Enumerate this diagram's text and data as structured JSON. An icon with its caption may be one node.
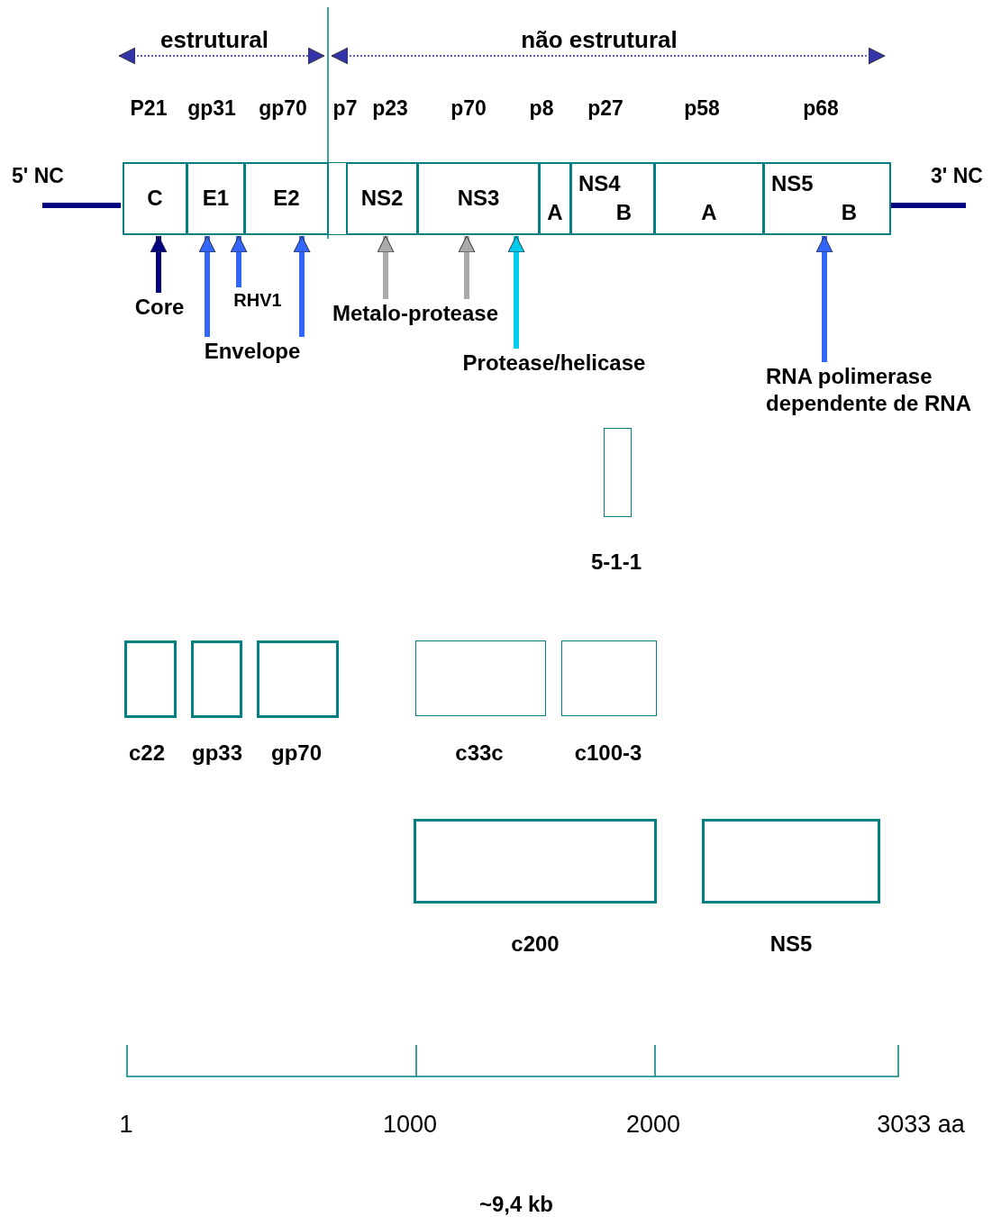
{
  "diagram": {
    "nodes": [
      {
        "text": [
          "C"
        ]
      },
      {
        "text": [
          "E1"
        ]
      },
      {
        "text": [
          "E2"
        ]
      },
      {
        "text": [],
        "shape": "box"
      },
      {
        "text": [
          "NS2"
        ]
      },
      {
        "text": [
          "NS3"
        ]
      },
      {
        "text": [
          "A"
        ]
      },
      {
        "text": [
          "NS4",
          "B"
        ]
      },
      {
        "text": [
          "A"
        ]
      },
      {
        "text": [
          "NS5",
          "B"
        ]
      },
      {
        "text": [
          "Core"
        ]
      },
      {
        "text": [
          "RHV1"
        ]
      },
      {
        "text": [
          "Envelope"
        ]
      },
      {
        "text": [
          "Metalo-protease"
        ]
      },
      {
        "text": [
          "Protease/helicase"
        ]
      },
      {
        "text": [
          "RNA polimerase dependente de RNA"
        ]
      },
      {
        "text": [
          "5-1-1"
        ]
      },
      {
        "text": [
          "c22"
        ]
      },
      {
        "text": [
          "gp33"
        ]
      },
      {
        "text": [
          "gp70"
        ]
      },
      {
        "text": [
          "c33c"
        ]
      },
      {
        "text": [
          "c100-3"
        ]
      },
      {
        "text": [
          "c200"
        ]
      },
      {
        "text": [
          "NS5"
        ]
      }
    ],
    "edges": [
      {
        "from": 10,
        "to": 0,
        "arrow": "to",
        "color": "#000080"
      },
      {
        "from": 12,
        "to": 1,
        "arrow": "to"
      },
      {
        "from": 11,
        "to": 1,
        "arrow": "to"
      },
      {
        "from": 12,
        "to": 2,
        "arrow": "to"
      },
      {
        "from": 13,
        "to": 4,
        "arrow": "to",
        "color": "#aaaaaa"
      },
      {
        "from": 13,
        "to": 5,
        "arrow": "to",
        "color": "#aaaaaa"
      },
      {
        "from": 14,
        "to": 5,
        "arrow": "to",
        "color": "#00ccee"
      },
      {
        "from": 15,
        "to": 9,
        "arrow": "to"
      }
    ],
    "labels": [
      "estrutural",
      "não estrutural",
      "P21",
      "gp31",
      "gp70",
      "p7",
      "p23",
      "p70",
      "p8",
      "p27",
      "p58",
      "p68",
      "5' NC",
      "3' NC",
      "1",
      "1000",
      "2000",
      "3033 aa",
      "~9,4 kb"
    ]
  }
}
